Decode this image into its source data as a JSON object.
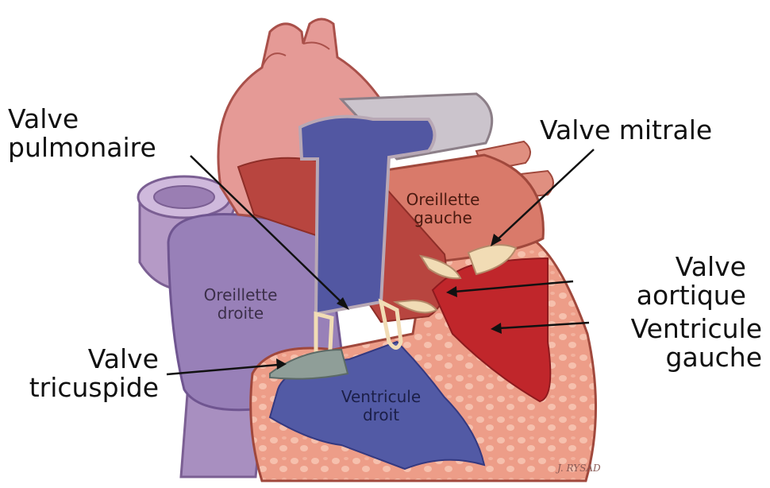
{
  "callouts": {
    "pulmonary_valve": [
      "Valve",
      "pulmonaire"
    ],
    "mitral_valve": [
      "Valve mitrale"
    ],
    "aortic_valve": [
      "Valve",
      "aortique"
    ],
    "left_ventricle": [
      "Ventricule",
      "gauche"
    ],
    "tricuspid_valve": [
      "Valve",
      "tricuspide"
    ]
  },
  "chambers": {
    "right_atrium": [
      "Oreillette",
      "droite"
    ],
    "left_atrium": [
      "Oreillette",
      "gauche"
    ],
    "right_ventricle": [
      "Ventricule",
      "droit"
    ]
  },
  "signature": "J. RYSAD",
  "colors": {
    "vena_cava": "#b59ac6",
    "right_atrium": "#9880b8",
    "aorta": "#e59a96",
    "aorta_dark": "#b8534f",
    "pulmonary_artery": "#5257a2",
    "myocardium": "#e99480",
    "left_atrium": "#d97a6a",
    "left_ventricle_cavity": "#c0262b",
    "right_ventricle_cavity": "#525aa5",
    "valve_leaflet": "#f1dcb5"
  }
}
